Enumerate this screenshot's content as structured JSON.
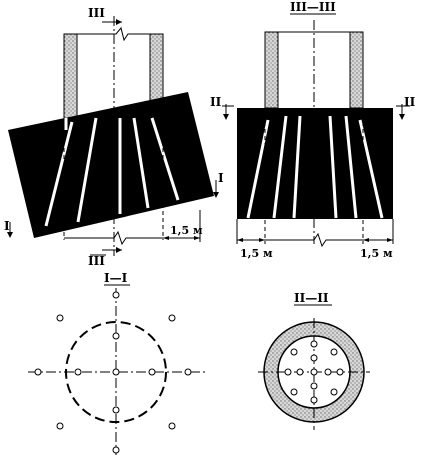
{
  "labels": {
    "section_III_top": "III",
    "section_III_bottom": "III",
    "section_III_III": "III—III",
    "section_II_left": "II",
    "section_II_right": "II",
    "section_I_left": "I",
    "section_I_right": "I",
    "section_I_I": "I—I",
    "section_II_II": "II—II",
    "dim_left_view": "1,5 м",
    "dim_right_left": "1,5 м",
    "dim_right_right": "1,5 м"
  }
}
